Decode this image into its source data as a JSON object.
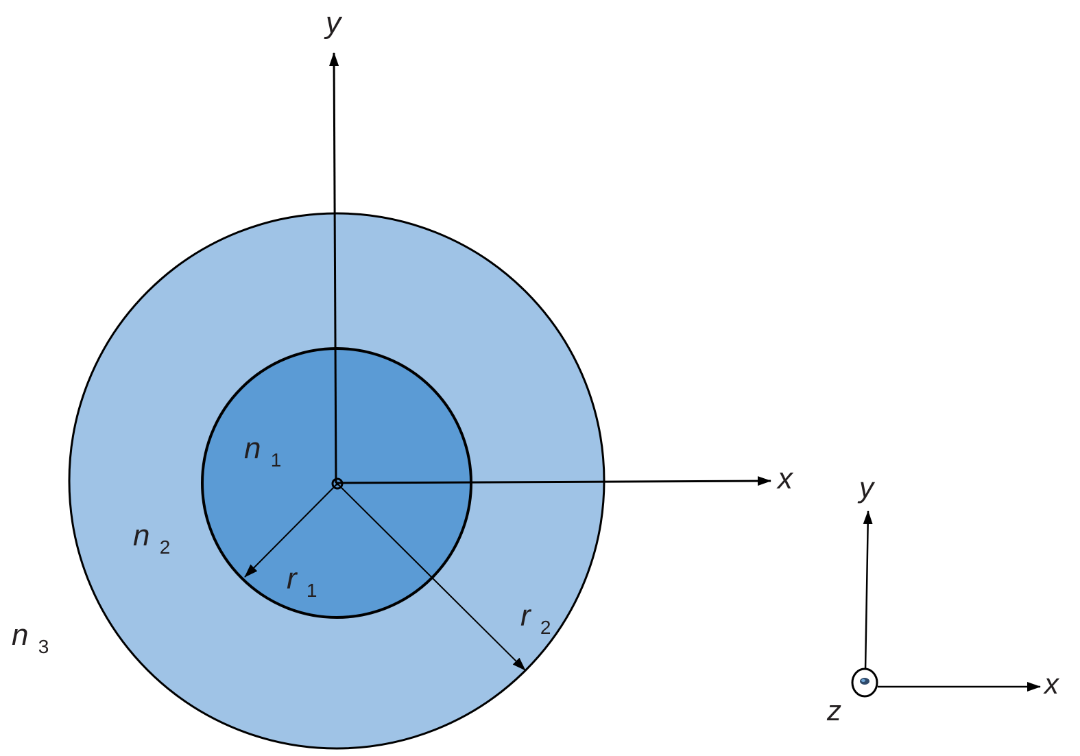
{
  "colors": {
    "cladding": "#9fc3e6",
    "core": "#5b9bd5",
    "stroke": "#000000",
    "text": "#231f20"
  },
  "main_axes": {
    "x_label": "x",
    "y_label": "y"
  },
  "regions": {
    "core": {
      "symbol": "n",
      "subscript": "1"
    },
    "cladding": {
      "symbol": "n",
      "subscript": "2"
    },
    "surrounding": {
      "symbol": "n",
      "subscript": "3"
    }
  },
  "radii": {
    "inner": {
      "symbol": "r",
      "subscript": "1"
    },
    "outer": {
      "symbol": "r",
      "subscript": "2"
    }
  },
  "coordinate_triad": {
    "x_label": "x",
    "y_label": "y",
    "z_label": "z"
  }
}
